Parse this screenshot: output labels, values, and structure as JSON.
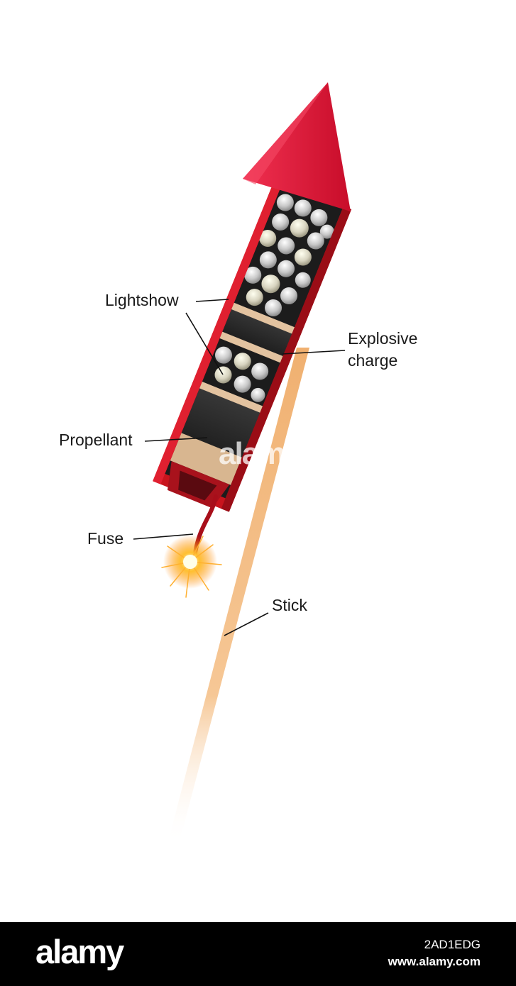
{
  "diagram": {
    "labels": {
      "lightshow": "Lightshow",
      "explosive_line1": "Explosive",
      "explosive_line2": "charge",
      "propellant": "Propellant",
      "fuse": "Fuse",
      "stick": "Stick"
    },
    "colors": {
      "nose_cone": "#e0163a",
      "tube": "#c8141d",
      "tube_inner": "#8a0e16",
      "charge_band": "#e3c3a0",
      "charge_body": "#2a2a2a",
      "stick": "#f0b070",
      "spark": "#ffb020"
    }
  },
  "watermark": "alamy",
  "footer": {
    "logo": "alamy",
    "image_id": "2AD1EDG",
    "url": "www.alamy.com"
  }
}
